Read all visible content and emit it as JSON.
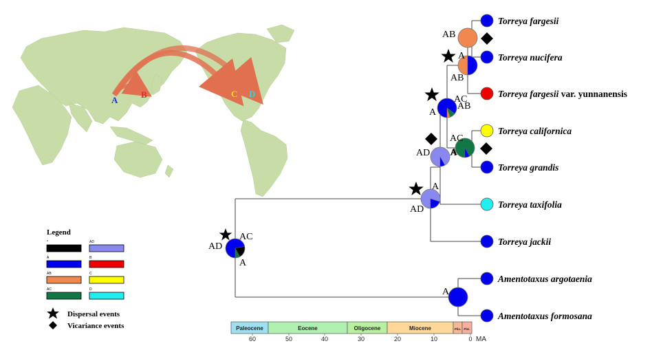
{
  "map": {
    "labels": {
      "a": "A",
      "b": "B",
      "c": "C",
      "d": "D"
    },
    "label_colors": {
      "a": "#2233dd",
      "b": "#ee2222",
      "c": "#eedd22",
      "d": "#22dddd"
    },
    "land_color": "#c8dca8",
    "arrow_color": "#e07050"
  },
  "legend": {
    "title": "Legend",
    "items": [
      {
        "code": "*",
        "color": "#000000"
      },
      {
        "code": "AD",
        "color": "#8888ee"
      },
      {
        "code": "A",
        "color": "#0000ee"
      },
      {
        "code": "B",
        "color": "#ee0000"
      },
      {
        "code": "AB",
        "color": "#f08850"
      },
      {
        "code": "C",
        "color": "#ffff00"
      },
      {
        "code": "AC",
        "color": "#117744"
      },
      {
        "code": "D",
        "color": "#22eeee"
      }
    ],
    "dispersal": "Dispersal events",
    "vicariance": "Vicariance events"
  },
  "tree": {
    "taxa": [
      {
        "genus": "Torreya",
        "epithet": "fargesii",
        "suffix": "",
        "color": "#0000ee"
      },
      {
        "genus": "Torreya",
        "epithet": "nucifera",
        "suffix": "",
        "color": "#0000ee"
      },
      {
        "genus": "Torreya",
        "epithet": "fargesii",
        "suffix": " var. yunnanensis",
        "color": "#ee0000"
      },
      {
        "genus": "Torreya",
        "epithet": "californica",
        "suffix": "",
        "color": "#ffff00"
      },
      {
        "genus": "Torreya",
        "epithet": "grandis",
        "suffix": "",
        "color": "#0000ee"
      },
      {
        "genus": "Torreya",
        "epithet": "taxifolia",
        "suffix": "",
        "color": "#22eeee"
      },
      {
        "genus": "Torreya",
        "epithet": "jackii",
        "suffix": "",
        "color": "#0000ee"
      },
      {
        "genus": "Amentotaxus",
        "epithet": "argotaenia",
        "suffix": "",
        "color": "#0000ee"
      },
      {
        "genus": "Amentotaxus",
        "epithet": "formosana",
        "suffix": "",
        "color": "#0000ee"
      }
    ],
    "nodes": [
      {
        "id": "root",
        "labels": [
          "AD",
          "AC",
          "A"
        ],
        "slices": [
          {
            "color": "#0000ee",
            "share": 0.72
          },
          {
            "color": "#000000",
            "share": 0.2
          },
          {
            "color": "#117744",
            "share": 0.08
          }
        ]
      },
      {
        "id": "n1",
        "labels": [
          "A",
          "AD"
        ],
        "slices": [
          {
            "color": "#8888ee",
            "share": 0.8
          },
          {
            "color": "#0000ee",
            "share": 0.2
          }
        ]
      },
      {
        "id": "n2",
        "labels": [
          "AD",
          "A"
        ],
        "slices": [
          {
            "color": "#8888ee",
            "share": 0.92
          },
          {
            "color": "#0000ee",
            "share": 0.08
          }
        ]
      },
      {
        "id": "n3",
        "labels": [
          "AC",
          "A",
          "AB"
        ],
        "slices": [
          {
            "color": "#0000ee",
            "share": 0.85
          },
          {
            "color": "#117744",
            "share": 0.1
          },
          {
            "color": "#f08850",
            "share": 0.05
          }
        ]
      },
      {
        "id": "n4",
        "labels": [
          "AC",
          "A"
        ],
        "slices": [
          {
            "color": "#117744",
            "share": 0.92
          },
          {
            "color": "#0000ee",
            "share": 0.08
          }
        ]
      },
      {
        "id": "n5",
        "labels": [
          "A",
          "AB"
        ],
        "slices": [
          {
            "color": "#f08850",
            "share": 0.5
          },
          {
            "color": "#0000ee",
            "share": 0.5
          }
        ]
      },
      {
        "id": "n6",
        "labels": [
          "AB"
        ],
        "slices": [
          {
            "color": "#f08850",
            "share": 1.0
          }
        ]
      },
      {
        "id": "amento",
        "labels": [
          "A"
        ],
        "slices": [
          {
            "color": "#0000ee",
            "share": 1.0
          }
        ]
      }
    ]
  },
  "timescale": {
    "epochs": [
      {
        "name": "Paleocene",
        "color": "#9ee0f0"
      },
      {
        "name": "Eocene",
        "color": "#aef0b0"
      },
      {
        "name": "Oligocene",
        "color": "#b8f0a0"
      },
      {
        "name": "Miocene",
        "color": "#fdd898"
      },
      {
        "name": "Plio.",
        "color": "#f8b898"
      },
      {
        "name": "Plei.",
        "color": "#f8b0a0"
      }
    ],
    "ticks": [
      "60",
      "50",
      "40",
      "30",
      "20",
      "10",
      "0"
    ],
    "unit": "MA"
  }
}
